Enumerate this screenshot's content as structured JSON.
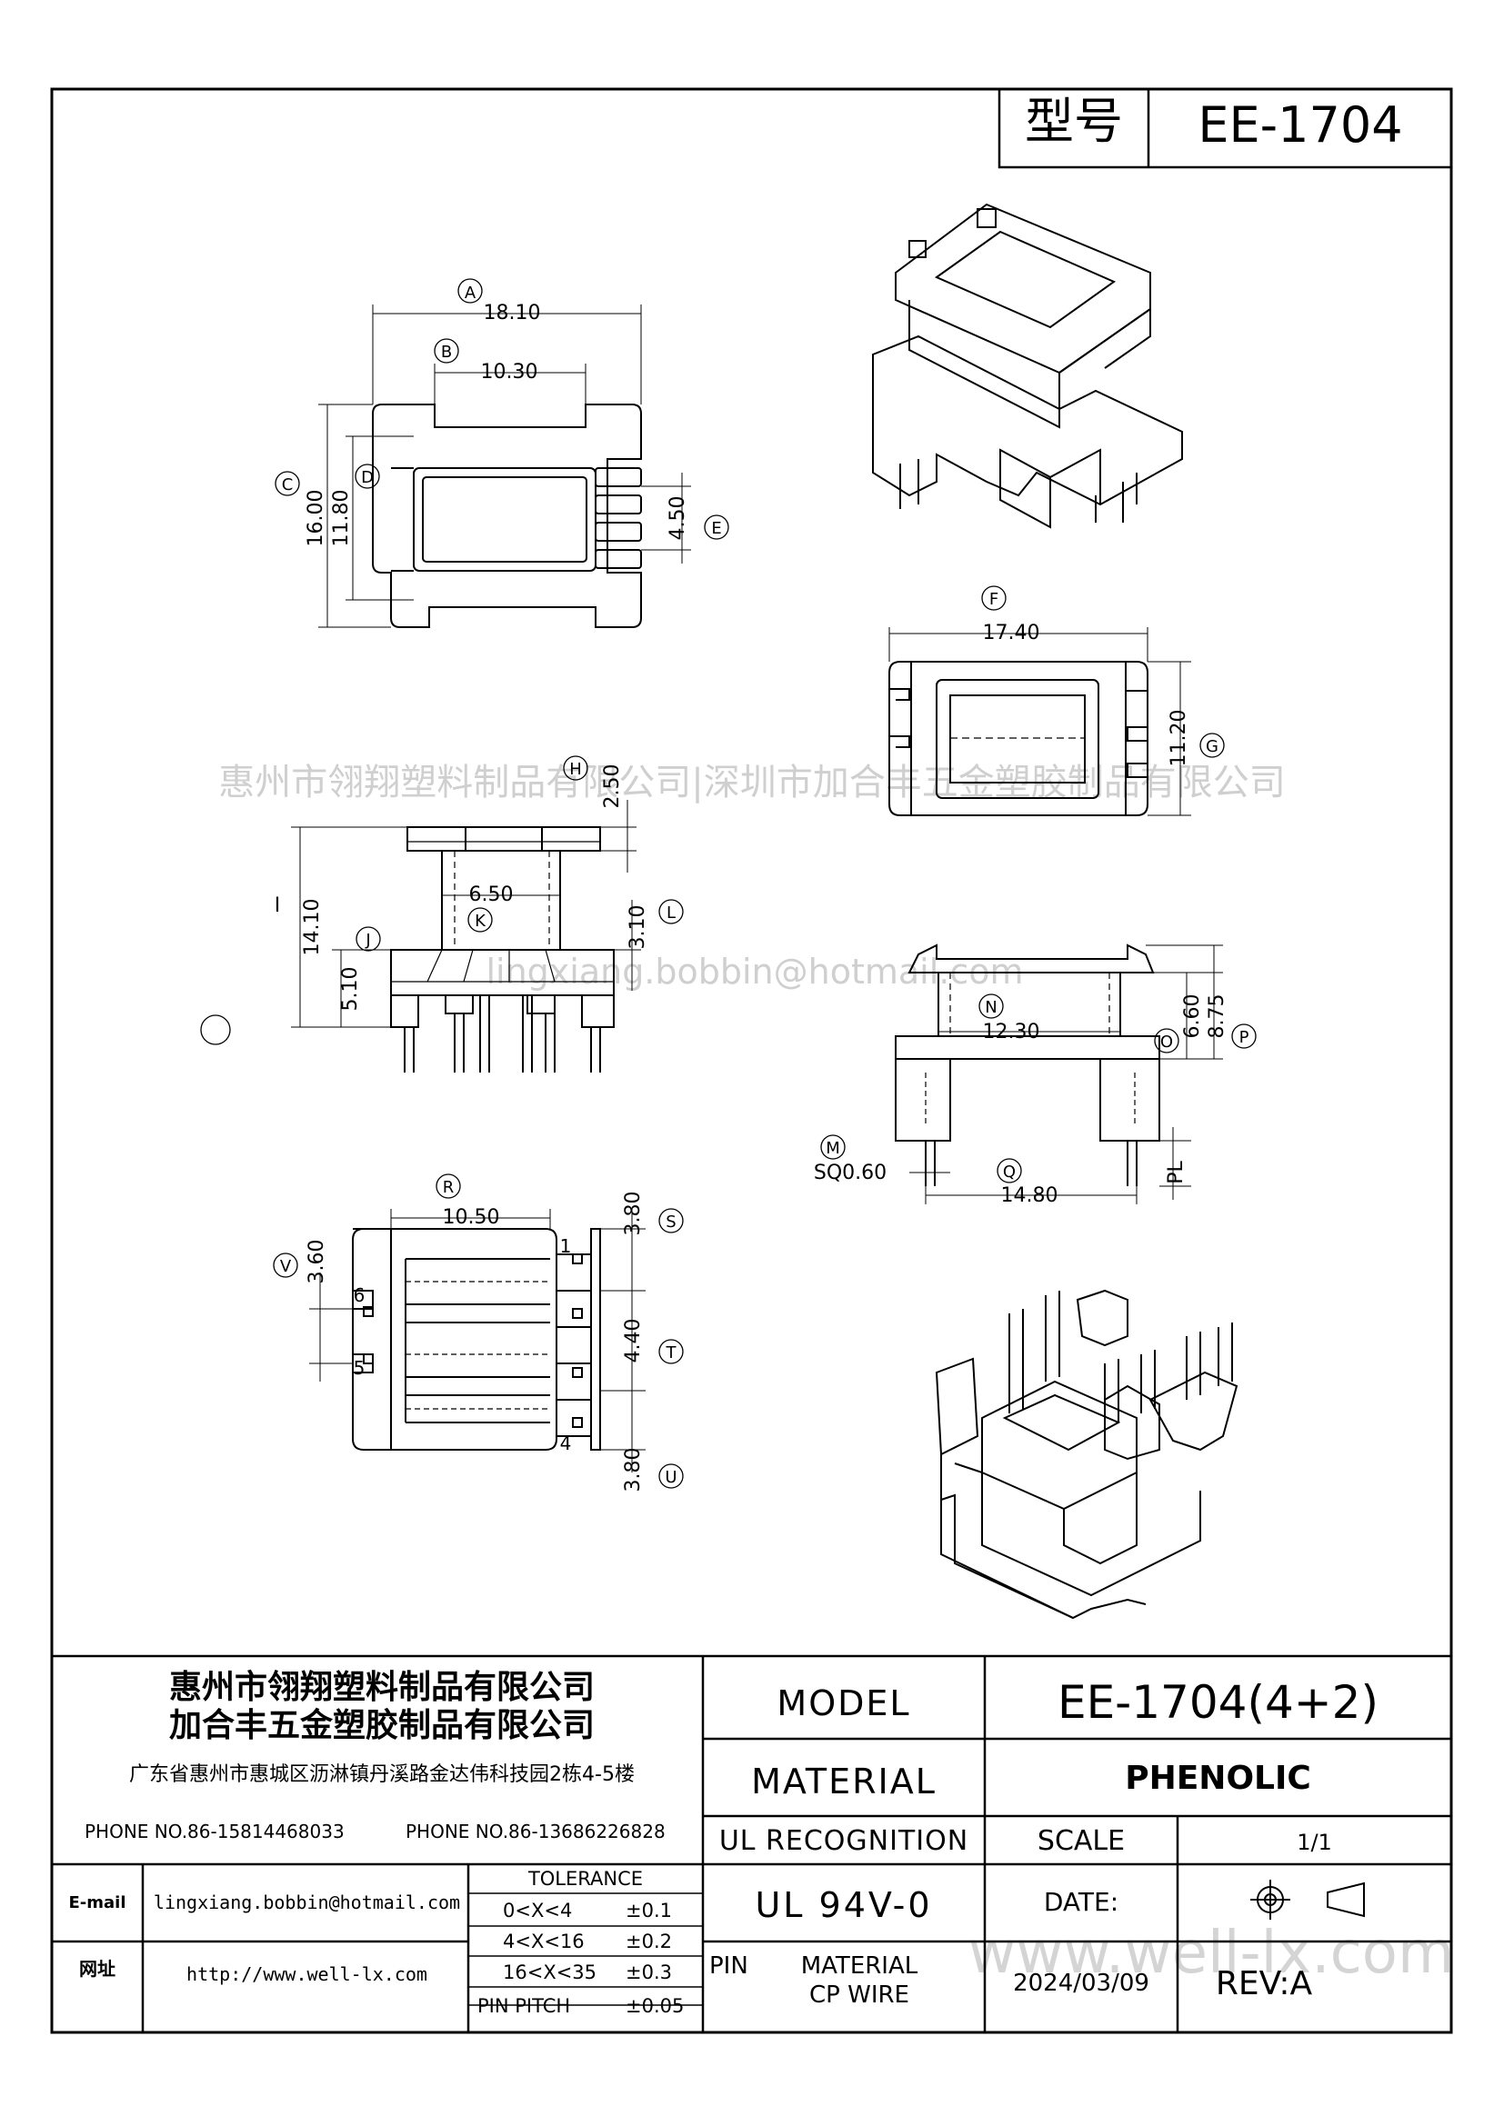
{
  "header": {
    "model_label": "型号",
    "model_value": "EE-1704"
  },
  "watermarks": {
    "company_line": "惠州市翎翔塑料制品有限公司|深圳市加合丰五金塑胶制品有限公司",
    "email_line": "lingxiang.bobbin@hotmail.com",
    "website": "www.well-lx.com"
  },
  "dimensions": {
    "top_view": {
      "A": {
        "label": "A",
        "value": "18.10"
      },
      "B": {
        "label": "B",
        "value": "10.30"
      },
      "C": {
        "label": "C",
        "value": "16.00"
      },
      "D": {
        "label": "D",
        "value": "11.80"
      },
      "E": {
        "label": "E",
        "value": "4.50"
      }
    },
    "top_right_view": {
      "F": {
        "label": "F",
        "value": "17.40"
      },
      "G": {
        "label": "G",
        "value": "11.20"
      }
    },
    "front_view": {
      "H": {
        "label": "H",
        "value": "2.50"
      },
      "I": {
        "label": "I",
        "value": "14.10"
      },
      "J": {
        "label": "J",
        "value": "5.10"
      },
      "K": {
        "label": "K",
        "value": "6.50"
      },
      "L": {
        "label": "L",
        "value": "3.10"
      }
    },
    "side_view": {
      "M": {
        "label": "M",
        "value": "SQ0.60"
      },
      "N": {
        "label": "N",
        "value": "12.30"
      },
      "O": {
        "label": "O",
        "value": "6.60"
      },
      "P": {
        "label": "P",
        "value": "8.75"
      },
      "Q": {
        "label": "Q",
        "value": "14.80"
      },
      "PL": {
        "label": "PL"
      }
    },
    "bottom_view": {
      "R": {
        "label": "R",
        "value": "10.50"
      },
      "S": {
        "label": "S",
        "value": "3.80"
      },
      "T": {
        "label": "T",
        "value": "4.40"
      },
      "U": {
        "label": "U",
        "value": "3.80"
      },
      "V": {
        "label": "V",
        "value": "3.60"
      },
      "pin_1": "1",
      "pin_4": "4",
      "pin_5": "5",
      "pin_6": "6"
    }
  },
  "title_block": {
    "company_1": "惠州市翎翔塑料制品有限公司",
    "company_2": "加合丰五金塑胶制品有限公司",
    "address": "广东省惠州市惠城区沥淋镇丹溪路金达伟科技园2栋4-5楼",
    "phone_1": "PHONE NO.86-15814468033",
    "phone_2": "PHONE NO.86-13686226828",
    "email_label": "E-mail",
    "email_value": "lingxiang.bobbin@hotmail.com",
    "web_label": "网址",
    "web_value": "http://www.well-lx.com",
    "tolerance_title": "TOLERANCE",
    "tolerance_rows": [
      {
        "range": "0<X<4",
        "tol": "±0.1"
      },
      {
        "range": "4<X<16",
        "tol": "±0.2"
      },
      {
        "range": "16<X<35",
        "tol": "±0.3"
      },
      {
        "range": "PIN PITCH",
        "tol": "±0.05"
      }
    ],
    "model_label": "MODEL",
    "model_value": "EE-1704(4+2)",
    "material_label": "MATERIAL",
    "material_value": "PHENOLIC",
    "ul_label": "UL RECOGNITION",
    "ul_value": "UL 94V-0",
    "scale_label": "SCALE",
    "scale_value": "1/1",
    "date_label": "DATE:",
    "date_value": "2024/03/09",
    "pin_label": "PIN",
    "pin_material_label": "MATERIAL",
    "pin_material_value": "CP WIRE",
    "rev_label": "REV:A"
  }
}
